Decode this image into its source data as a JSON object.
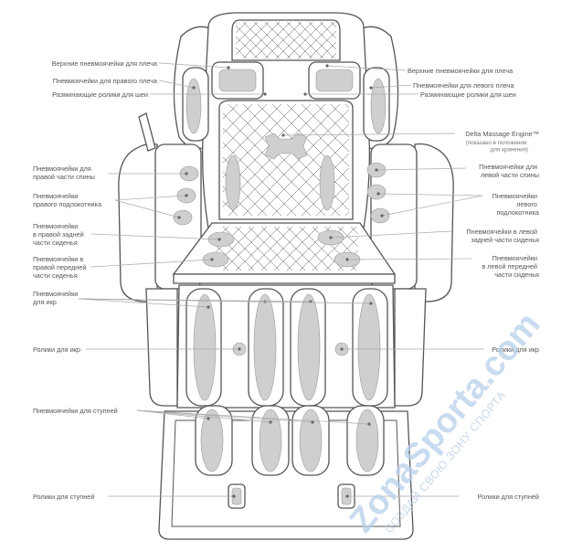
{
  "labels_left": [
    [
      "Верхние пневмоячейки для плеча"
    ],
    [
      "Пневмоячейки для правого плеча"
    ],
    [
      "Разминающие ролики для шеи"
    ],
    [
      "Пневмоячейки для",
      "правой части спины"
    ],
    [
      "Пневмоячейки",
      "правого подлокотника"
    ],
    [
      "Пневмоячейки",
      "в правой задней",
      "части сиденья"
    ],
    [
      "Пневмоячейки в",
      "правой передней",
      "части сиденья"
    ],
    [
      "Пневмоячейки",
      "для икр"
    ],
    [
      "Ролики для икр"
    ],
    [
      "Пневмоячейки для ступней"
    ],
    [
      "Ролики для ступней"
    ]
  ],
  "labels_right": [
    [
      "Верхние пневмоячейки для плеча"
    ],
    [
      "Пневмоячейки для левого плеча"
    ],
    [
      "Разминающие ролики для шеи"
    ],
    [
      "Delta Massage Engine™"
    ],
    [
      "Пневмоячейки для",
      "левой части спины"
    ],
    [
      "Пневмоячейки",
      "левого",
      "подлокотника"
    ],
    [
      "Пневмоячейки в левой",
      "задней части сиденья"
    ],
    [
      "Пневмоячейки",
      "в левой передней",
      "части сиденья"
    ],
    [
      "Ролики для икр"
    ],
    [
      "Ролики для ступней"
    ]
  ],
  "engine_note": [
    "(показано в положении",
    "для хранения)"
  ],
  "watermark": {
    "main": "ZonaSporta.com",
    "sub": "СОЗДАЙ СВОЮ ЗОНУ СПОРТА"
  },
  "colors": {
    "outline": "#555555",
    "pad_fill": "#cfcfcf",
    "leader": "#aaaaaa",
    "label_text": "#555555",
    "watermark": "#b8d0ea"
  }
}
